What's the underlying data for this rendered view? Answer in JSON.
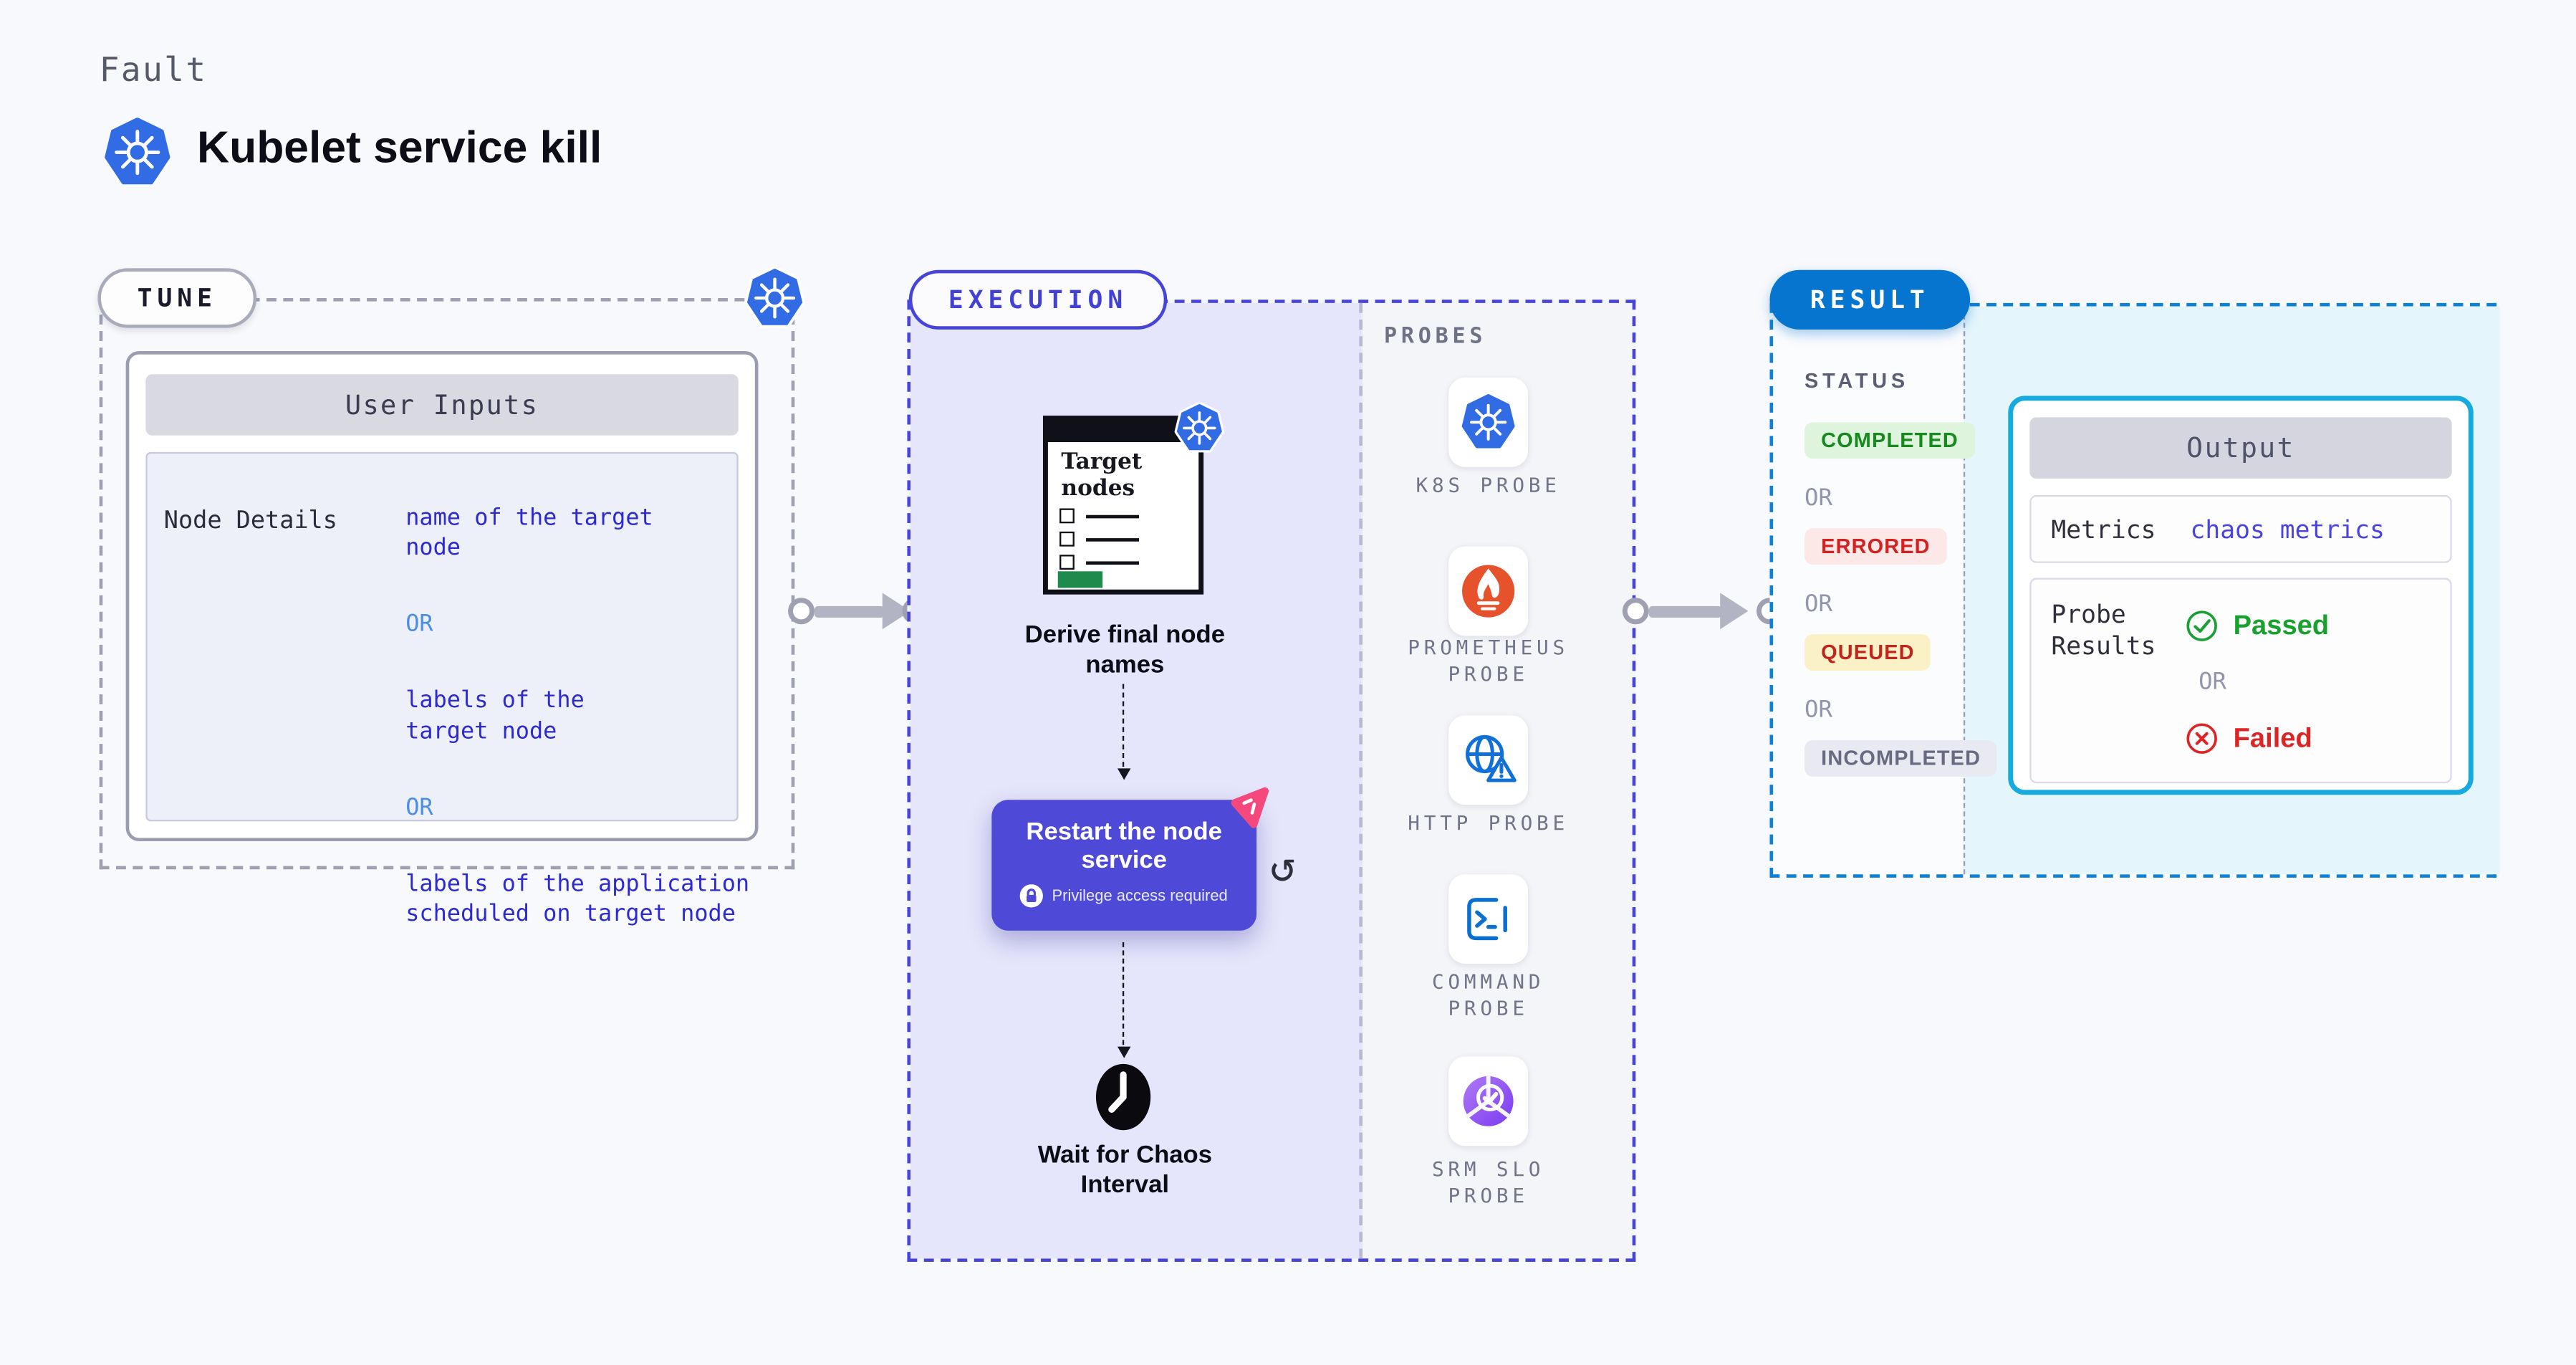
{
  "header": {
    "eyebrow": "Fault",
    "title": "Kubelet service kill"
  },
  "tune": {
    "badge": "TUNE",
    "user_inputs": {
      "title": "User Inputs",
      "row_label": "Node Details",
      "value_1": "name of the target\nnode",
      "or": "OR",
      "value_2": "labels of the\ntarget node",
      "value_3": "labels of the application\n scheduled on target node"
    }
  },
  "execution": {
    "badge": "EXECUTION",
    "target_card": {
      "title": "Target nodes"
    },
    "derive_step": "Derive final node names",
    "restart_card": {
      "title": "Restart the node service",
      "note": "Privilege access required"
    },
    "wait_step": "Wait for Chaos Interval",
    "probes": {
      "title": "PROBES",
      "items": [
        {
          "label": "K8S PROBE",
          "icon": "kubernetes-icon"
        },
        {
          "label": "PROMETHEUS PROBE",
          "icon": "prometheus-icon"
        },
        {
          "label": "HTTP PROBE",
          "icon": "http-globe-warning-icon"
        },
        {
          "label": "COMMAND PROBE",
          "icon": "terminal-icon"
        },
        {
          "label": "SRM SLO PROBE",
          "icon": "srm-slo-icon"
        }
      ]
    }
  },
  "result": {
    "badge": "RESULT",
    "status": {
      "title": "STATUS",
      "or": "OR",
      "badges": [
        {
          "label": "COMPLETED",
          "fg": "#168a1f",
          "bg": "#def4dc"
        },
        {
          "label": "ERRORED",
          "fg": "#d32222",
          "bg": "#fce8e6"
        },
        {
          "label": "QUEUED",
          "fg": "#c0261d",
          "bg": "#fbf1c7"
        },
        {
          "label": "INCOMPLETED",
          "fg": "#686a80",
          "bg": "#e9eaf1"
        }
      ]
    },
    "output": {
      "title": "Output",
      "metrics_label": "Metrics",
      "metrics_value": "chaos metrics",
      "probe_results_label": "Probe Results",
      "passed": "Passed",
      "or": "OR",
      "failed": "Failed"
    }
  },
  "colors": {
    "page_bg": "#f8f9fc",
    "execution_accent": "#4744d9",
    "execution_panel": "#e5e5fb",
    "result_accent": "#0d80d8",
    "result_panel": "#e4f5fc",
    "output_border": "#16aadf",
    "value_blue": "#2e2ad1",
    "or_blue": "#4b8fe4",
    "restart_card": "#4f49d7",
    "kubernetes_blue": "#326ce5",
    "prometheus_orange": "#e6522c",
    "chaos_pink": "#f5497e",
    "target_green": "#1e8b4d"
  }
}
